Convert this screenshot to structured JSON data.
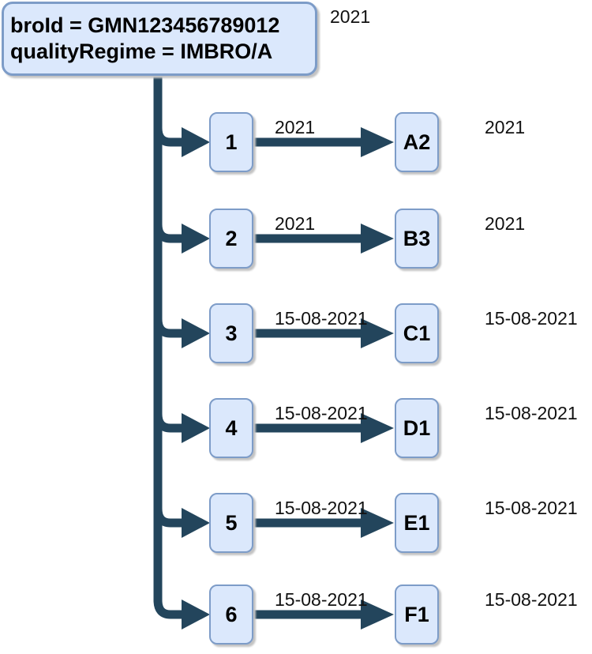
{
  "diagram": {
    "root": {
      "line1": "broId = GMN123456789012",
      "line2": "qualityRegime = IMBRO/A",
      "year_label": "2021"
    },
    "rows": [
      {
        "number": "1",
        "edge_label": "2021",
        "target": "A2",
        "target_label": "2021"
      },
      {
        "number": "2",
        "edge_label": "2021",
        "target": "B3",
        "target_label": "2021"
      },
      {
        "number": "3",
        "edge_label": "15-08-2021",
        "target": "C1",
        "target_label": "15-08-2021"
      },
      {
        "number": "4",
        "edge_label": "15-08-2021",
        "target": "D1",
        "target_label": "15-08-2021"
      },
      {
        "number": "5",
        "edge_label": "15-08-2021",
        "target": "E1",
        "target_label": "15-08-2021"
      },
      {
        "number": "6",
        "edge_label": "15-08-2021",
        "target": "F1",
        "target_label": "15-08-2021"
      }
    ],
    "colors": {
      "node_fill": "#dbe8fc",
      "node_border": "#7d9cc8",
      "arrow": "#23455c",
      "text": "#000000"
    }
  }
}
